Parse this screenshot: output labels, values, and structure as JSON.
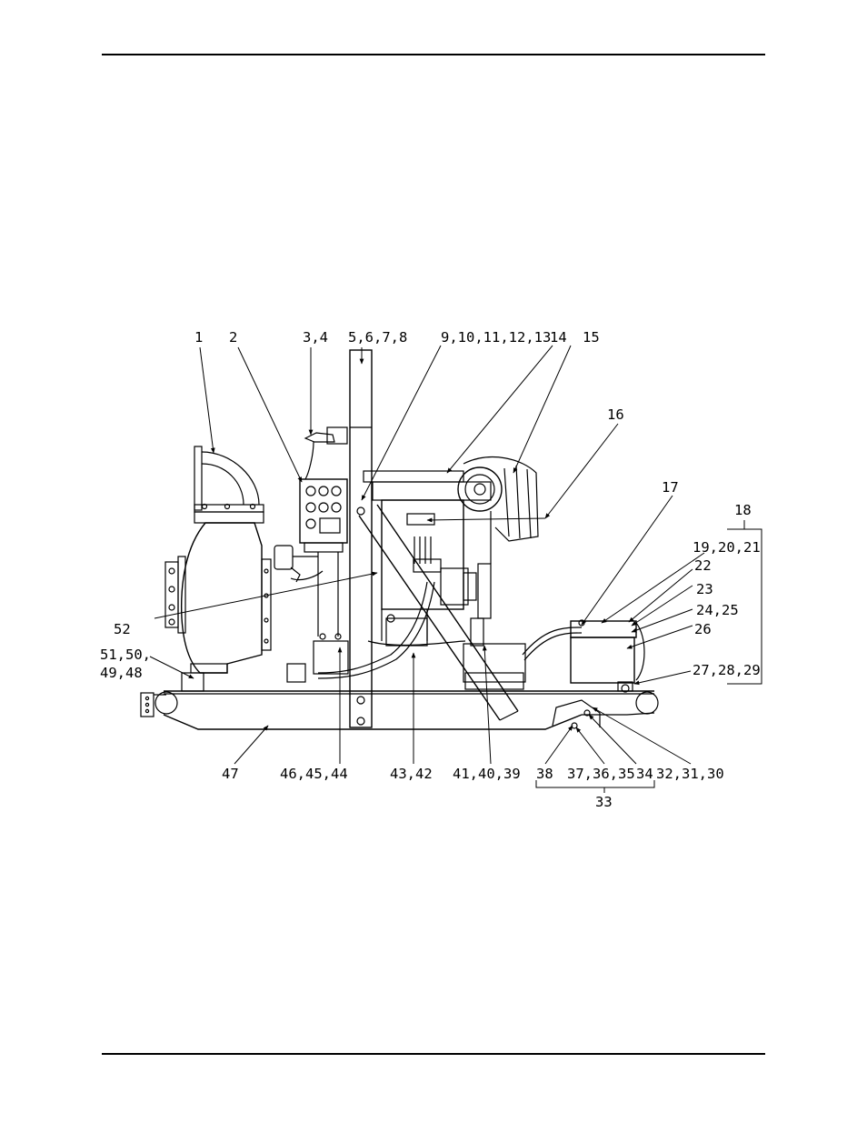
{
  "callouts": [
    {
      "id": "c1",
      "text": "1"
    },
    {
      "id": "c2",
      "text": "2"
    },
    {
      "id": "c3",
      "text": "3,4"
    },
    {
      "id": "c5",
      "text": "5,6,7,8"
    },
    {
      "id": "c9",
      "text": "9,10,11,12,13"
    },
    {
      "id": "c14",
      "text": "14"
    },
    {
      "id": "c15",
      "text": "15"
    },
    {
      "id": "c16",
      "text": "16"
    },
    {
      "id": "c17",
      "text": "17"
    },
    {
      "id": "c18",
      "text": "18"
    },
    {
      "id": "c19",
      "text": "19,20,21"
    },
    {
      "id": "c22",
      "text": "22"
    },
    {
      "id": "c23",
      "text": "23"
    },
    {
      "id": "c24",
      "text": "24,25"
    },
    {
      "id": "c26",
      "text": "26"
    },
    {
      "id": "c27",
      "text": "27,28,29"
    },
    {
      "id": "c52",
      "text": "52"
    },
    {
      "id": "c51a",
      "text": "51,50,"
    },
    {
      "id": "c51b",
      "text": "49,48"
    },
    {
      "id": "c47",
      "text": "47"
    },
    {
      "id": "c46",
      "text": "46,45,44"
    },
    {
      "id": "c43",
      "text": "43,42"
    },
    {
      "id": "c41",
      "text": "41,40,39"
    },
    {
      "id": "c38",
      "text": "38"
    },
    {
      "id": "c37",
      "text": "37,36,35"
    },
    {
      "id": "c34",
      "text": "34"
    },
    {
      "id": "c32",
      "text": "32,31,30"
    },
    {
      "id": "c33",
      "text": "33"
    }
  ],
  "colors": {
    "ink": "#000000",
    "paper": "#ffffff"
  }
}
